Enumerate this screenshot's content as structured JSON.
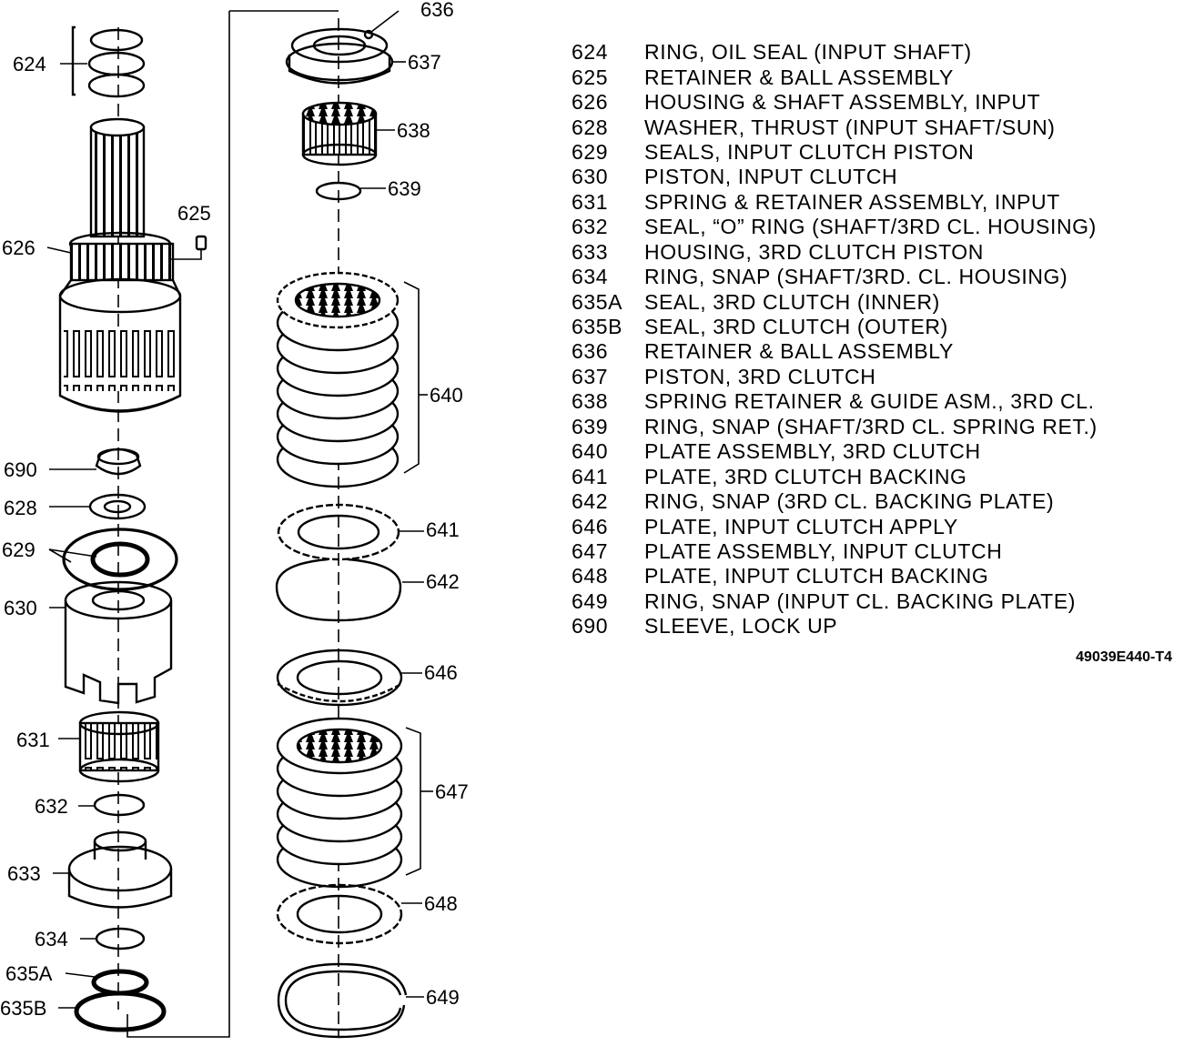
{
  "legend": [
    {
      "num": "624",
      "desc": "RING, OIL SEAL (INPUT SHAFT)"
    },
    {
      "num": "625",
      "desc": "RETAINER & BALL ASSEMBLY"
    },
    {
      "num": "626",
      "desc": "HOUSING & SHAFT ASSEMBLY, INPUT"
    },
    {
      "num": "628",
      "desc": "WASHER, THRUST (INPUT SHAFT/SUN)"
    },
    {
      "num": "629",
      "desc": "SEALS, INPUT CLUTCH PISTON"
    },
    {
      "num": "630",
      "desc": "PISTON, INPUT CLUTCH"
    },
    {
      "num": "631",
      "desc": "SPRING & RETAINER ASSEMBLY, INPUT"
    },
    {
      "num": "632",
      "desc": "SEAL, “O” RING (SHAFT/3RD CL. HOUSING)"
    },
    {
      "num": "633",
      "desc": "HOUSING, 3RD CLUTCH PISTON"
    },
    {
      "num": "634",
      "desc": "RING, SNAP (SHAFT/3RD. CL. HOUSING)"
    },
    {
      "num": "635A",
      "desc": "SEAL, 3RD CLUTCH (INNER)"
    },
    {
      "num": "635B",
      "desc": "SEAL, 3RD CLUTCH (OUTER)"
    },
    {
      "num": "636",
      "desc": "RETAINER & BALL ASSEMBLY"
    },
    {
      "num": "637",
      "desc": "PISTON, 3RD CLUTCH"
    },
    {
      "num": "638",
      "desc": "SPRING RETAINER & GUIDE ASM., 3RD CL."
    },
    {
      "num": "639",
      "desc": "RING, SNAP (SHAFT/3RD CL. SPRING RET.)"
    },
    {
      "num": "640",
      "desc": "PLATE ASSEMBLY, 3RD CLUTCH"
    },
    {
      "num": "641",
      "desc": "PLATE, 3RD CLUTCH BACKING"
    },
    {
      "num": "642",
      "desc": "RING, SNAP (3RD CL. BACKING PLATE)"
    },
    {
      "num": "646",
      "desc": "PLATE, INPUT CLUTCH APPLY"
    },
    {
      "num": "647",
      "desc": "PLATE ASSEMBLY, INPUT CLUTCH"
    },
    {
      "num": "648",
      "desc": "PLATE, INPUT CLUTCH BACKING"
    },
    {
      "num": "649",
      "desc": "RING, SNAP (INPUT CL. BACKING PLATE)"
    },
    {
      "num": "690",
      "desc": "SLEEVE, LOCK UP"
    }
  ],
  "figure_id": "49039E440-T4",
  "callouts": {
    "c624": "624",
    "c625": "625",
    "c626": "626",
    "c690": "690",
    "c628": "628",
    "c629": "629",
    "c630": "630",
    "c631": "631",
    "c632": "632",
    "c633": "633",
    "c634": "634",
    "c635a": "635A",
    "c635b": "635B",
    "c636": "636",
    "c637": "637",
    "c638": "638",
    "c639": "639",
    "c640": "640",
    "c641": "641",
    "c642": "642",
    "c646": "646",
    "c647": "647",
    "c648": "648",
    "c649": "649"
  }
}
